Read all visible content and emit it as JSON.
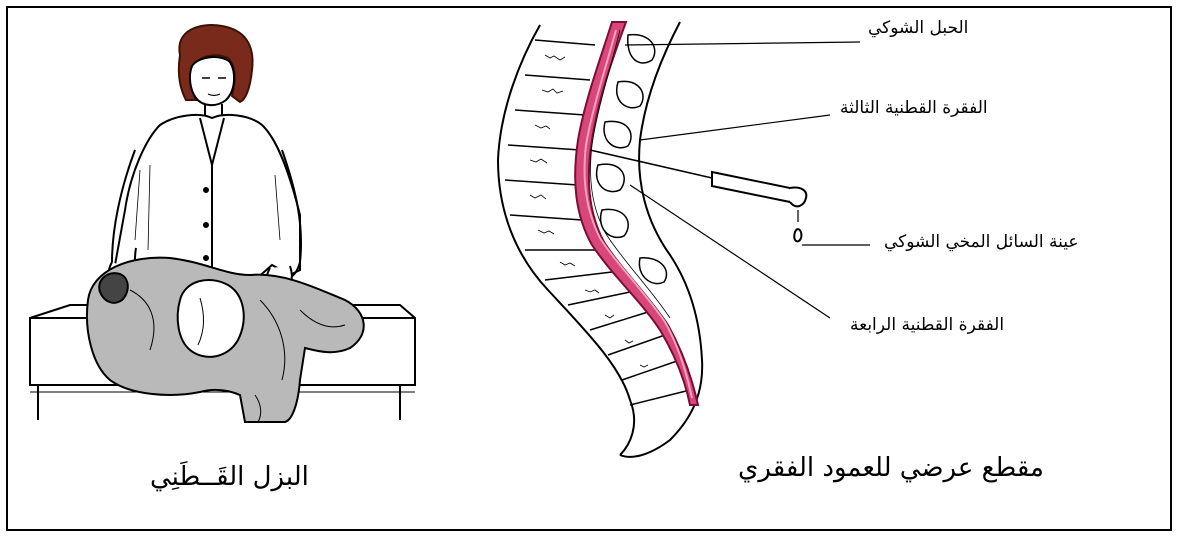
{
  "labels": {
    "spinal_cord": "الحبل الشوكي",
    "third_lumbar": "الفقرة القطنية الثالثة",
    "csf_sample": "عينة السائل المخي الشوكي",
    "fourth_lumbar": "الفقرة القطنية الرابعة"
  },
  "captions": {
    "left": "البزل القَــطَنِي",
    "right": "مقطع عرضي للعمود الفقري"
  },
  "colors": {
    "line": "#000000",
    "spinal_cord": "#d9467a",
    "spinal_cord_light": "#f3a3bf",
    "hair": "#7a2a1a"
  }
}
